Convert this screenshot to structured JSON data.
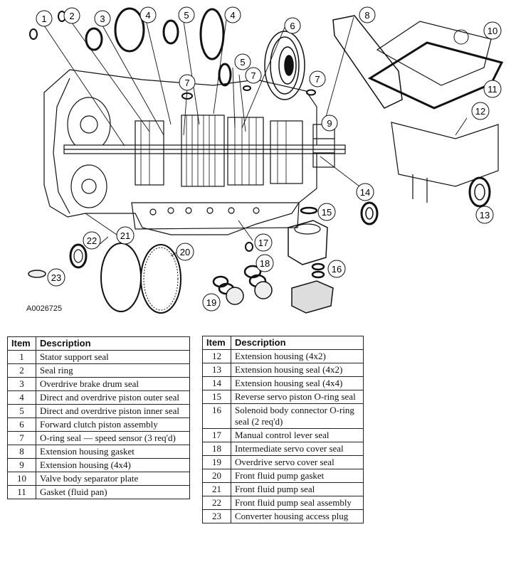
{
  "figure_id": "A0026725",
  "callouts": [
    "1",
    "2",
    "3",
    "4",
    "5",
    "4",
    "6",
    "5",
    "7",
    "7",
    "7",
    "8",
    "9",
    "10",
    "11",
    "12",
    "13",
    "14",
    "15",
    "16",
    "17",
    "18",
    "19",
    "20",
    "21",
    "22",
    "23"
  ],
  "table": {
    "headers": {
      "item": "Item",
      "description": "Description"
    },
    "left_rows": [
      {
        "item": "1",
        "description": "Stator support seal"
      },
      {
        "item": "2",
        "description": "Seal ring"
      },
      {
        "item": "3",
        "description": "Overdrive brake drum seal"
      },
      {
        "item": "4",
        "description": "Direct and overdrive piston outer seal"
      },
      {
        "item": "5",
        "description": "Direct and overdrive piston inner seal"
      },
      {
        "item": "6",
        "description": "Forward clutch piston assembly"
      },
      {
        "item": "7",
        "description": "O-ring seal — speed sensor (3 req'd)"
      },
      {
        "item": "8",
        "description": "Extension housing gasket"
      },
      {
        "item": "9",
        "description": "Extension housing (4x4)"
      },
      {
        "item": "10",
        "description": "Valve body separator plate"
      },
      {
        "item": "11",
        "description": "Gasket (fluid pan)"
      }
    ],
    "right_rows": [
      {
        "item": "12",
        "description": "Extension housing (4x2)"
      },
      {
        "item": "13",
        "description": "Extension housing seal (4x2)"
      },
      {
        "item": "14",
        "description": "Extension housing seal (4x4)"
      },
      {
        "item": "15",
        "description": "Reverse servo piston O-ring seal"
      },
      {
        "item": "16",
        "description": "Solenoid body connector O-ring seal (2 req'd)"
      },
      {
        "item": "17",
        "description": "Manual control lever seal"
      },
      {
        "item": "18",
        "description": "Intermediate servo cover seal"
      },
      {
        "item": "19",
        "description": "Overdrive servo cover seal"
      },
      {
        "item": "20",
        "description": "Front fluid pump gasket"
      },
      {
        "item": "21",
        "description": "Front fluid pump seal"
      },
      {
        "item": "22",
        "description": "Front fluid pump seal assembly"
      },
      {
        "item": "23",
        "description": "Converter housing access plug"
      }
    ]
  }
}
